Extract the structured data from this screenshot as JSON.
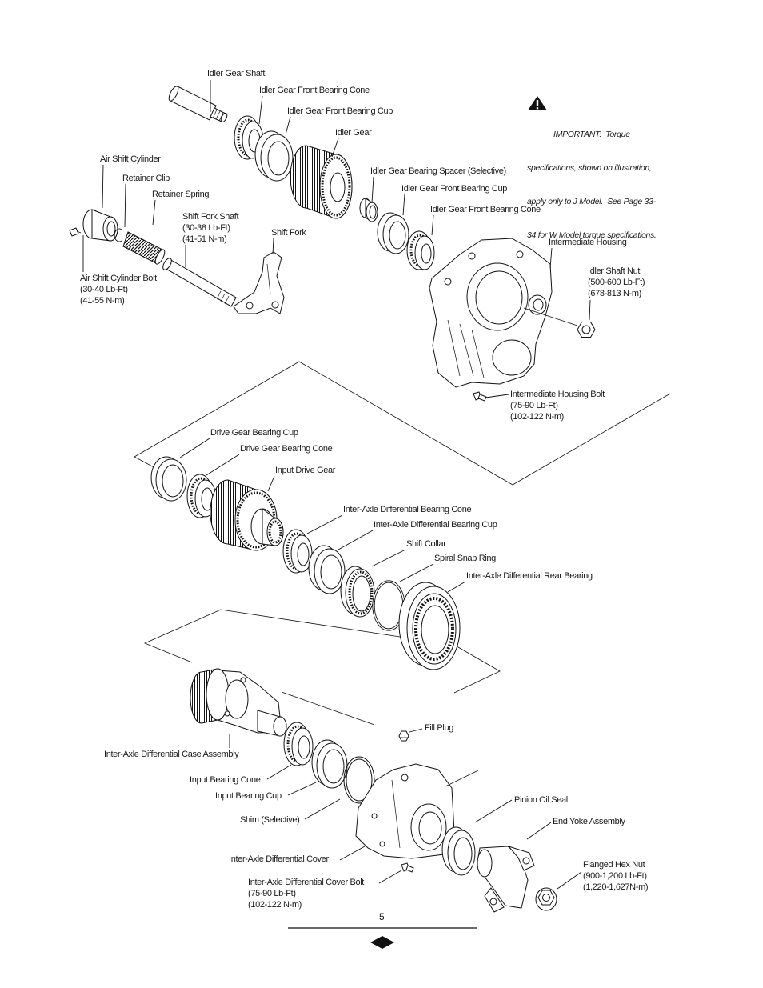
{
  "important": {
    "icon": "warning-icon",
    "lines": [
      "IMPORTANT:  Torque",
      "specifications, shown on illustration,",
      "apply only to J Model.  See Page 33-",
      "34 for W Model torque specifications."
    ]
  },
  "labels": {
    "idler_gear_shaft": [
      "Idler Gear Shaft"
    ],
    "idler_gear_front_bearing_cone_1": [
      "Idler Gear Front Bearing Cone"
    ],
    "idler_gear_front_bearing_cup_1": [
      "Idler Gear Front Bearing Cup"
    ],
    "idler_gear": [
      "Idler Gear"
    ],
    "air_shift_cylinder": [
      "Air Shift Cylinder"
    ],
    "retainer_clip": [
      "Retainer Clip"
    ],
    "retainer_spring": [
      "Retainer Spring"
    ],
    "idler_gear_bearing_spacer": [
      "Idler Gear Bearing Spacer (Selective)"
    ],
    "idler_gear_front_bearing_cup_2": [
      "Idler Gear Front Bearing Cup"
    ],
    "idler_gear_front_bearing_cone_2": [
      "Idler Gear Front Bearing Cone"
    ],
    "shift_fork_shaft": [
      "Shift Fork Shaft",
      "(30-38 Lb-Ft)",
      "(41-51 N-m)"
    ],
    "shift_fork": [
      "Shift Fork"
    ],
    "intermediate_housing": [
      "Intermediate Housing"
    ],
    "idler_shaft_nut": [
      "Idler Shaft Nut",
      "(500-600 Lb-Ft)",
      "(678-813 N-m)"
    ],
    "air_shift_cylinder_bolt": [
      "Air Shift Cylinder Bolt",
      "(30-40 Lb-Ft)",
      "(41-55 N-m)"
    ],
    "intermediate_housing_bolt": [
      "Intermediate Housing Bolt",
      "(75-90 Lb-Ft)",
      "(102-122 N-m)"
    ],
    "drive_gear_bearing_cup": [
      "Drive Gear Bearing Cup"
    ],
    "drive_gear_bearing_cone": [
      "Drive Gear Bearing Cone"
    ],
    "input_drive_gear": [
      "Input Drive Gear"
    ],
    "iad_bearing_cone": [
      "Inter-Axle Differential Bearing Cone"
    ],
    "iad_bearing_cup": [
      "Inter-Axle Differential Bearing Cup"
    ],
    "shift_collar": [
      "Shift Collar"
    ],
    "spiral_snap_ring": [
      "Spiral Snap Ring"
    ],
    "iad_rear_bearing": [
      "Inter-Axle Differential Rear Bearing"
    ],
    "fill_plug": [
      "Fill Plug"
    ],
    "iad_case_assembly": [
      "Inter-Axle Differential Case Assembly"
    ],
    "input_bearing_cone": [
      "Input Bearing Cone"
    ],
    "input_bearing_cup": [
      "Input Bearing Cup"
    ],
    "pinion_oil_seal": [
      "Pinion Oil Seal"
    ],
    "shim": [
      "Shim (Selective)"
    ],
    "end_yoke_assembly": [
      "End Yoke Assembly"
    ],
    "iad_cover": [
      "Inter-Axle Differential Cover"
    ],
    "flanged_hex_nut": [
      "Flanged Hex Nut",
      "(900-1,200 Lb-Ft)",
      "(1,220-1,627N-m)"
    ],
    "iad_cover_bolt": [
      "Inter-Axle Differential Cover Bolt",
      "(75-90 Lb-Ft)",
      "(102-122 N-m)"
    ]
  },
  "page_number": "5"
}
